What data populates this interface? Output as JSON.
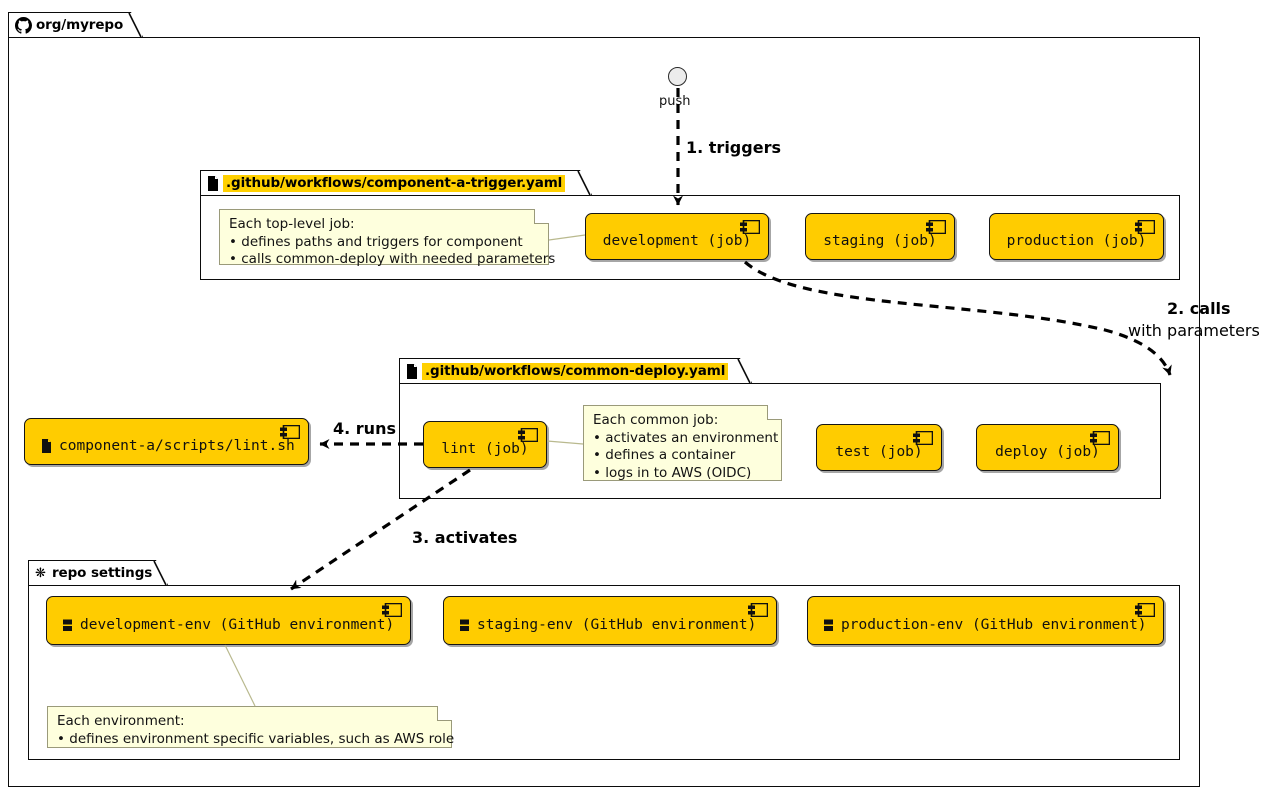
{
  "diagram": {
    "title": "GitHub reusable workflow component diagram",
    "colors": {
      "component_fill": "#FFCC00",
      "component_stroke": "#151515",
      "note_fill": "#FEFFDD",
      "note_stroke": "#9A9A7A",
      "package_highlight": "#FFD000",
      "frame_stroke": "#0B0B0B"
    }
  },
  "outer_package": {
    "label": "org/myrepo",
    "icon": "github-octocat-icon"
  },
  "start_node": {
    "label": "push",
    "icon": "circle-start-icon"
  },
  "packages": [
    {
      "id": "trigger-workflow",
      "label": ".github/workflows/component-a-trigger.yaml",
      "icon": "file-icon",
      "highlighted": true
    },
    {
      "id": "common-deploy-workflow",
      "label": ".github/workflows/common-deploy.yaml",
      "icon": "file-icon",
      "highlighted": true
    },
    {
      "id": "repo-settings",
      "label": "repo settings",
      "icon": "gear-icon",
      "highlighted": false
    }
  ],
  "components": {
    "trigger_jobs": [
      {
        "id": "development-job",
        "label": "development (job)",
        "icon": "component-icon"
      },
      {
        "id": "staging-job",
        "label": "staging (job)",
        "icon": "component-icon"
      },
      {
        "id": "production-job",
        "label": "production (job)",
        "icon": "component-icon"
      }
    ],
    "common_jobs": [
      {
        "id": "lint-job",
        "label": "lint (job)",
        "icon": "component-icon"
      },
      {
        "id": "test-job",
        "label": "test (job)",
        "icon": "component-icon"
      },
      {
        "id": "deploy-job",
        "label": "deploy (job)",
        "icon": "component-icon"
      }
    ],
    "script": {
      "id": "lint-script",
      "label": "component-a/scripts/lint.sh",
      "icon": "file-icon",
      "leading_icon": "document-icon"
    },
    "environments": [
      {
        "id": "development-env",
        "label": "development-env (GitHub environment)",
        "icon": "node-icon"
      },
      {
        "id": "staging-env",
        "label": "staging-env (GitHub environment)",
        "icon": "node-icon"
      },
      {
        "id": "production-env",
        "label": "production-env (GitHub environment)",
        "icon": "node-icon"
      }
    ]
  },
  "notes": [
    {
      "id": "top-level-job-note",
      "lines": [
        "Each top-level job:",
        "• defines paths and triggers for component",
        "• calls common-deploy with needed parameters"
      ]
    },
    {
      "id": "common-job-note",
      "lines": [
        "Each common job:",
        "• activates an environment",
        "• defines a container",
        "• logs in to AWS (OIDC)"
      ]
    },
    {
      "id": "environment-note",
      "lines": [
        "Each environment:",
        "• defines environment specific variables, such as AWS role"
      ]
    }
  ],
  "edges": [
    {
      "id": "edge-triggers",
      "label": "1. triggers",
      "sublabel": "",
      "style": "dashed"
    },
    {
      "id": "edge-calls",
      "label": "2. calls",
      "sublabel": "with parameters",
      "style": "dashed"
    },
    {
      "id": "edge-activates",
      "label": "3. activates",
      "sublabel": "",
      "style": "dashed"
    },
    {
      "id": "edge-runs",
      "label": "4. runs",
      "sublabel": "",
      "style": "dashed"
    }
  ]
}
